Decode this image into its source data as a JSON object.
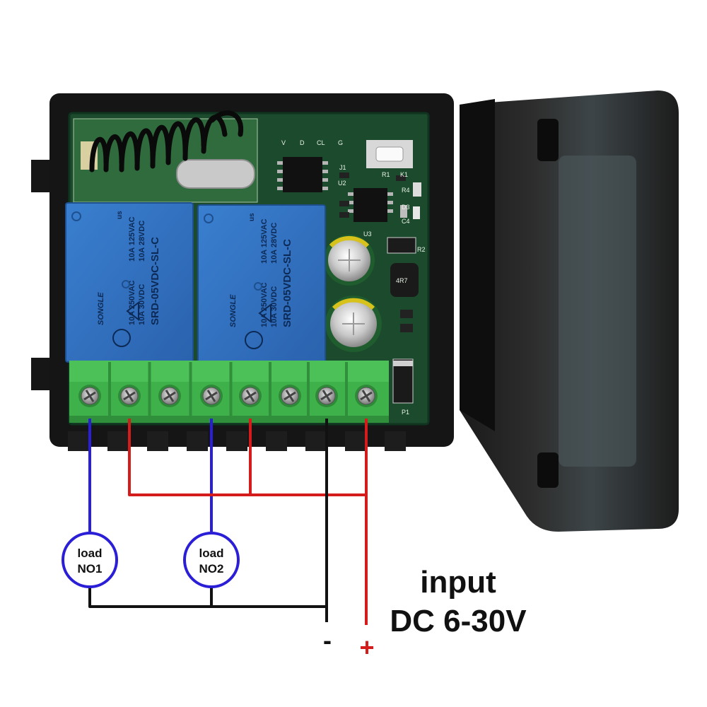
{
  "relays": [
    {
      "brand": "SONGLE",
      "model": "SRD-05VDC-SL-C",
      "rating_ac": "10A 250VAC",
      "rating_dc": "10A 30VDC",
      "rating_ac2": "10A 125VAC",
      "rating_dc2": "10A 28VDC",
      "cert": "us"
    },
    {
      "brand": "SONGLE",
      "model": "SRD-05VDC-SL-C",
      "rating_ac": "10A 250VAC",
      "rating_dc": "10A 30VDC",
      "rating_ac2": "10A 125VAC",
      "rating_dc2": "10A 28VDC",
      "cert": "us"
    }
  ],
  "pcb_silk": {
    "pins": [
      "V",
      "D",
      "CL",
      "G"
    ],
    "j1": "J1",
    "k1": "K1",
    "r1": "R1",
    "u2": "U2",
    "r4": "R4",
    "d3": "D3",
    "c4": "C4",
    "r2": "R2",
    "u3": "U3",
    "inductor": "4R7",
    "p1": "P1"
  },
  "loads": [
    {
      "line1": "load",
      "line2": "NO1"
    },
    {
      "line1": "load",
      "line2": "NO2"
    }
  ],
  "polarity": {
    "negative": "-",
    "positive": "+"
  },
  "input_label": {
    "line1": "input",
    "line2": "DC 6-30V"
  },
  "colors": {
    "load_wire": "#2a1ed6",
    "positive_wire": "#d41c1c",
    "negative_wire": "#111111",
    "relay_blue": "#2f6fc0",
    "pcb_green": "#1c4a2c",
    "terminal_green": "#3fb14a",
    "case_black": "#151515"
  }
}
